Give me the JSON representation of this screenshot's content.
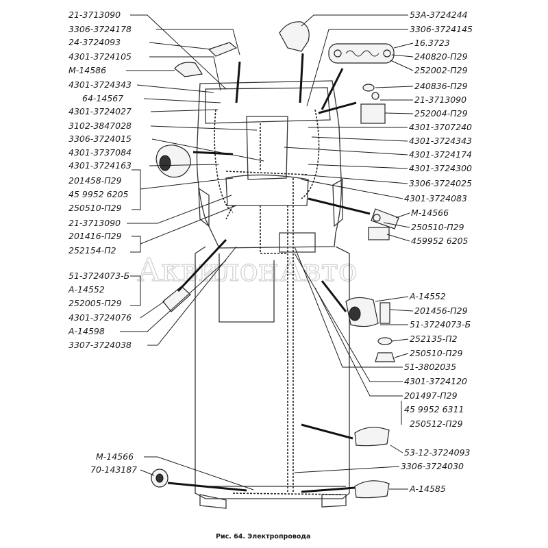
{
  "labels_left": [
    "21-3713090",
    "3306-3724178",
    "24-3724093",
    "4301-3724105",
    "M-14586",
    "4301-3724343",
    "64-14567",
    "4301-3724027",
    "3102-3847028",
    "3306-3724015",
    "4301-3737084",
    "4301-3724163",
    "201458-П29",
    "45 9952 6205",
    "250510-П29",
    "21-3713090",
    "201416-П29",
    "252154-П2",
    "51-3724073-Б",
    "А-14552",
    "252005-П29",
    "4301-3724076",
    "А-14598",
    "3307-3724038",
    "М-14566",
    "70-143187"
  ],
  "labels_right": [
    "53А-3724244",
    "3306-3724145",
    "16.3723",
    "240820-П29",
    "252002-П29",
    "240836-П29",
    "21-3713090",
    "252004-П29",
    "4301-3707240",
    "4301-3724343",
    "4301-3724174",
    "4301-3724300",
    "3306-3724025",
    "4301-3724083",
    "М-14566",
    "250510-П29",
    "459952 6205",
    "А-14552",
    "201456-П29",
    "51-3724073-Б",
    "252135-П2",
    "250510-П29",
    "51-3802035",
    "4301-3724120",
    "201497-П29",
    "45 9952 6311",
    "250512-П29",
    "53-12-3724093",
    "3306-3724030",
    "А-14585"
  ],
  "caption": "Рис. 64. Электропровода",
  "watermark": "АквилонАвто"
}
